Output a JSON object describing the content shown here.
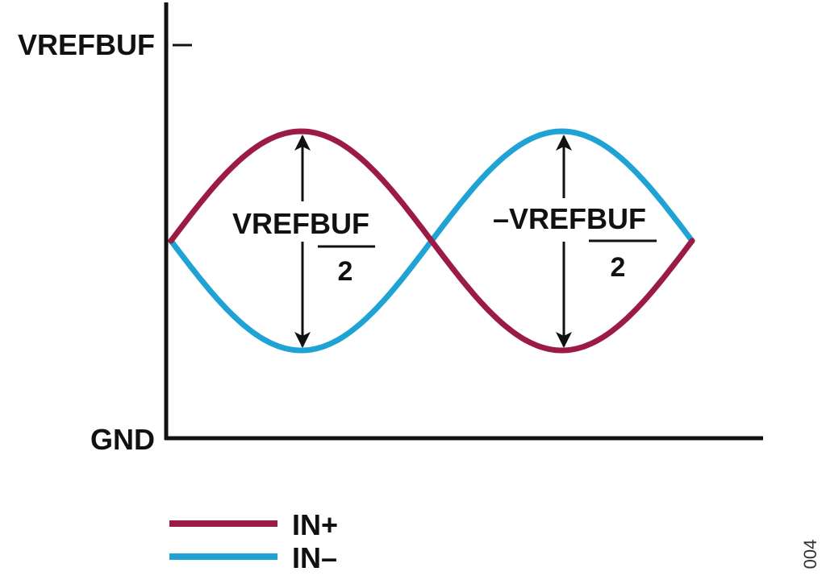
{
  "axis_labels": {
    "top": "VREFBUF",
    "bottom": "GND"
  },
  "annotations": {
    "left": {
      "numerator": "VREFBUF",
      "denominator": "2"
    },
    "right": {
      "numerator": "–VREFBUF",
      "denominator": "2"
    }
  },
  "legend": [
    {
      "label": "IN+",
      "color": "#9b1b45"
    },
    {
      "label": "IN–",
      "color": "#1ea3d4"
    }
  ],
  "figure_number": "004",
  "colors": {
    "in_plus": "#9b1b45",
    "in_minus": "#1ea3d4",
    "axis": "#111111"
  }
}
